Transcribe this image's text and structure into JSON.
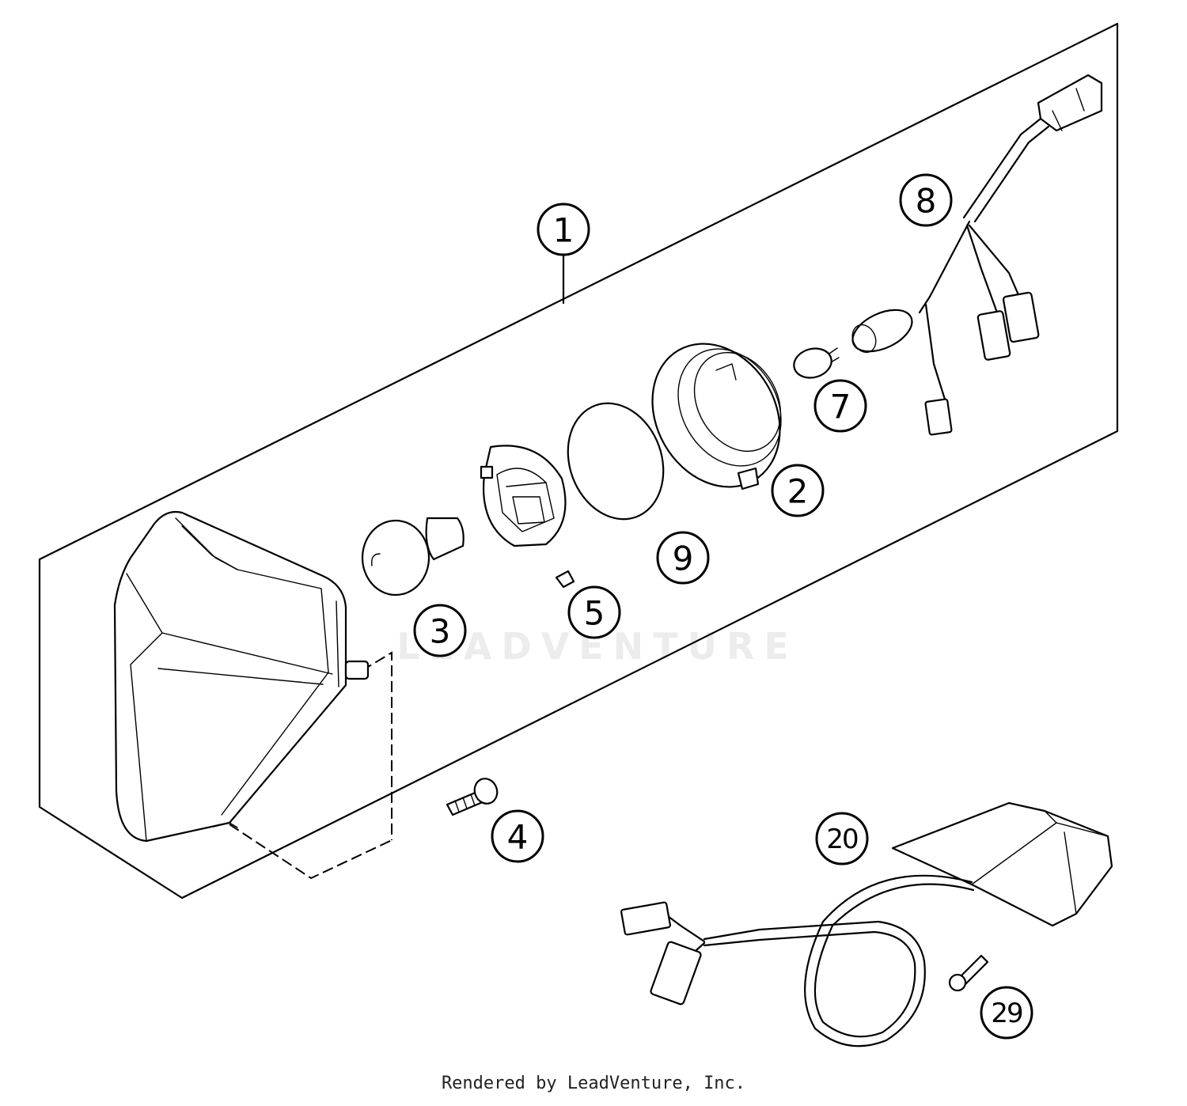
{
  "callouts": [
    {
      "id": "c1",
      "label": "1"
    },
    {
      "id": "c2",
      "label": "2"
    },
    {
      "id": "c3",
      "label": "3"
    },
    {
      "id": "c4",
      "label": "4"
    },
    {
      "id": "c5",
      "label": "5"
    },
    {
      "id": "c7",
      "label": "7"
    },
    {
      "id": "c8",
      "label": "8"
    },
    {
      "id": "c9",
      "label": "9"
    },
    {
      "id": "c20",
      "label": "20"
    },
    {
      "id": "c29",
      "label": "29"
    }
  ],
  "watermark": "LEADVENTURE",
  "footer": "Rendered by LeadVenture, Inc."
}
